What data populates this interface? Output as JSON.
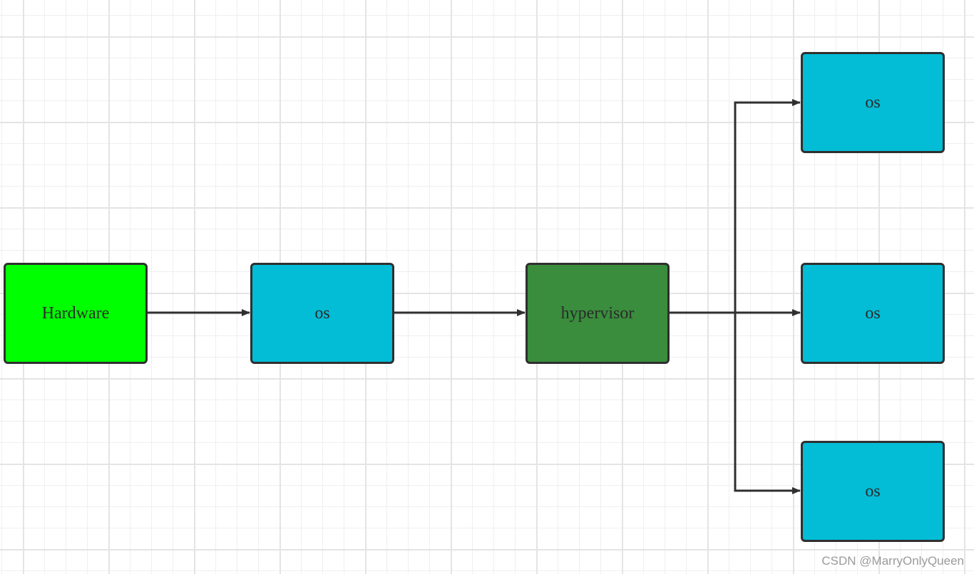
{
  "diagram": {
    "nodes": [
      {
        "id": "hardware",
        "label": "Hardware",
        "color": "#00ff00"
      },
      {
        "id": "host-os",
        "label": "os",
        "color": "#03bcd6"
      },
      {
        "id": "hypervisor",
        "label": "hypervisor",
        "color": "#398d3c"
      },
      {
        "id": "guest-os-1",
        "label": "os",
        "color": "#03bcd6"
      },
      {
        "id": "guest-os-2",
        "label": "os",
        "color": "#03bcd6"
      },
      {
        "id": "guest-os-3",
        "label": "os",
        "color": "#03bcd6"
      }
    ],
    "edges": [
      {
        "from": "hardware",
        "to": "host-os"
      },
      {
        "from": "host-os",
        "to": "hypervisor"
      },
      {
        "from": "hypervisor",
        "to": "guest-os-1"
      },
      {
        "from": "hypervisor",
        "to": "guest-os-2"
      },
      {
        "from": "hypervisor",
        "to": "guest-os-3"
      }
    ],
    "line_color": "#2f2f2f",
    "grid_color": "#e4e4e4"
  },
  "watermark": "CSDN @MarryOnlyQueen"
}
